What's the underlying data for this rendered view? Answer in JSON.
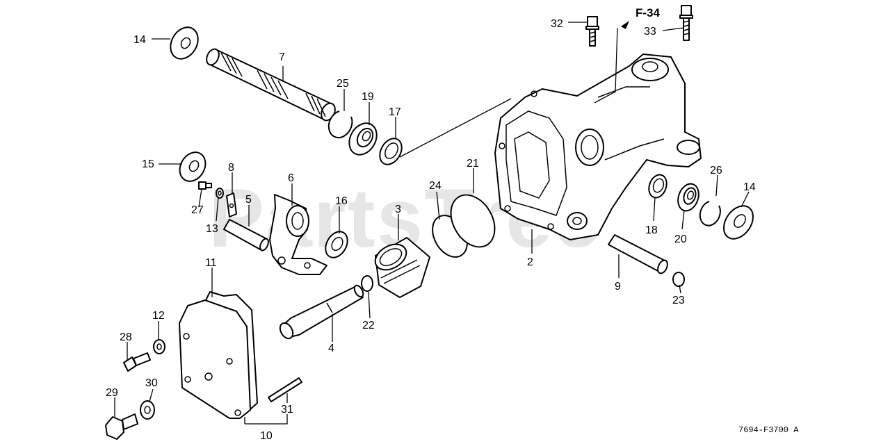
{
  "watermark": "PartsTree",
  "figure_ref": "F-34",
  "figure_code": "7694-F3700 A",
  "callouts": [
    {
      "id": "14a",
      "label": "14"
    },
    {
      "id": "7",
      "label": "7"
    },
    {
      "id": "25",
      "label": "25"
    },
    {
      "id": "19",
      "label": "19"
    },
    {
      "id": "17",
      "label": "17"
    },
    {
      "id": "32",
      "label": "32"
    },
    {
      "id": "33",
      "label": "33"
    },
    {
      "id": "15",
      "label": "15"
    },
    {
      "id": "8",
      "label": "8"
    },
    {
      "id": "6",
      "label": "6"
    },
    {
      "id": "27",
      "label": "27"
    },
    {
      "id": "13",
      "label": "13"
    },
    {
      "id": "5",
      "label": "5"
    },
    {
      "id": "16",
      "label": "16"
    },
    {
      "id": "3",
      "label": "3"
    },
    {
      "id": "24",
      "label": "24"
    },
    {
      "id": "21",
      "label": "21"
    },
    {
      "id": "2",
      "label": "2"
    },
    {
      "id": "18",
      "label": "18"
    },
    {
      "id": "20",
      "label": "20"
    },
    {
      "id": "26",
      "label": "26"
    },
    {
      "id": "14b",
      "label": "14"
    },
    {
      "id": "9",
      "label": "9"
    },
    {
      "id": "23",
      "label": "23"
    },
    {
      "id": "11",
      "label": "11"
    },
    {
      "id": "4",
      "label": "4"
    },
    {
      "id": "22",
      "label": "22"
    },
    {
      "id": "12",
      "label": "12"
    },
    {
      "id": "28",
      "label": "28"
    },
    {
      "id": "29",
      "label": "29"
    },
    {
      "id": "30",
      "label": "30"
    },
    {
      "id": "31",
      "label": "31"
    },
    {
      "id": "10",
      "label": "10"
    }
  ]
}
